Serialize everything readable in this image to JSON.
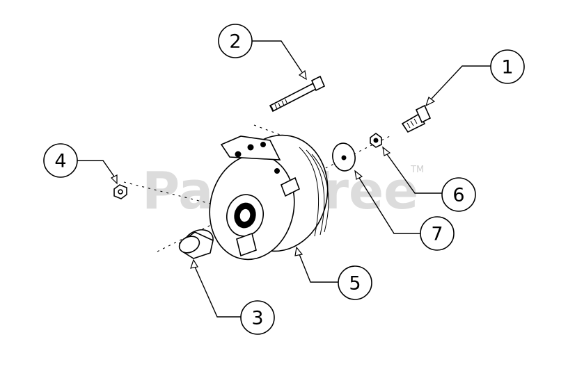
{
  "watermark": {
    "text": "PartsTree",
    "trademark": "TM"
  },
  "callouts": [
    {
      "id": "1",
      "label": "1"
    },
    {
      "id": "2",
      "label": "2"
    },
    {
      "id": "3",
      "label": "3"
    },
    {
      "id": "4",
      "label": "4"
    },
    {
      "id": "5",
      "label": "5"
    },
    {
      "id": "6",
      "label": "6"
    },
    {
      "id": "7",
      "label": "7"
    }
  ],
  "colors": {
    "ink": "#000000",
    "watermark": "#d9d9d9",
    "background": "#ffffff"
  }
}
